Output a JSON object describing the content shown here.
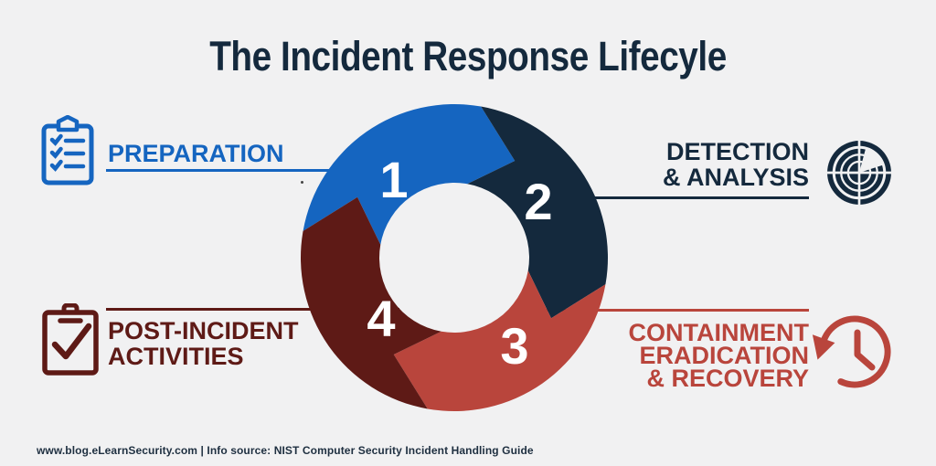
{
  "title": "The Incident Response Lifecyle",
  "footer": "www.blog.eLearnSecurity.com | Info source: NIST Computer Security Incident Handling Guide",
  "palette": {
    "background": "#f1f1f2",
    "blue": "#1565c0",
    "navy": "#14293d",
    "red": "#b9453c",
    "maroon": "#5e1a16"
  },
  "steps": [
    {
      "number": "1",
      "lines": [
        "PREPARATION"
      ],
      "color": "#1565c0",
      "icon": "clipboard-checklist-icon"
    },
    {
      "number": "2",
      "lines": [
        "DETECTION",
        "& ANALYSIS"
      ],
      "color": "#14293d",
      "icon": "radar-icon"
    },
    {
      "number": "3",
      "lines": [
        "CONTAINMENT",
        "ERADICATION",
        "& RECOVERY"
      ],
      "color": "#b9453c",
      "icon": "clock-history-icon"
    },
    {
      "number": "4",
      "lines": [
        "POST-INCIDENT",
        "ACTIVITIES"
      ],
      "color": "#5e1a16",
      "icon": "clipboard-check-icon"
    }
  ]
}
